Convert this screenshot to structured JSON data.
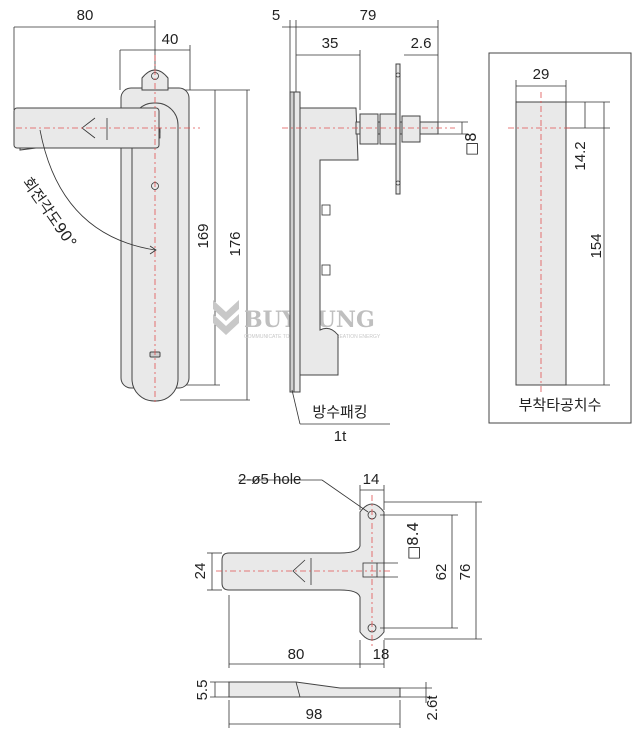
{
  "front_view": {
    "dims": {
      "width_total": "80",
      "width_body": "40",
      "height_inner": "169",
      "height_outer": "176"
    },
    "rotation_label": "회전각도90°"
  },
  "side_view": {
    "dims": {
      "offset": "5",
      "depth_total": "79",
      "depth_body": "35",
      "shaft_tip": "2.6",
      "square": "□8"
    },
    "gasket_label": "방수패킹",
    "gasket_thickness": "1t"
  },
  "cutout": {
    "dims": {
      "width": "29",
      "offset": "14.2",
      "height": "154"
    },
    "title": "부착타공치수"
  },
  "bottom_view": {
    "hole_label": "2-ø5 hole",
    "dims": {
      "hole_offset": "14",
      "square": "□8.4",
      "handle_height": "24",
      "hole_pitch": "62",
      "height_total": "76",
      "handle_length": "80",
      "base_offset": "18"
    }
  },
  "profile_view": {
    "dims": {
      "height": "5.5",
      "length": "98",
      "thickness": "2.6t"
    }
  },
  "watermark": {
    "brand": "BUYOUNG",
    "slogan": "COMMUNICATE TO THE FUTURE OF CREATION ENERGY"
  },
  "colors": {
    "centerline": "#e05050",
    "part_fill": "#e9e9e9",
    "line": "#333333"
  }
}
